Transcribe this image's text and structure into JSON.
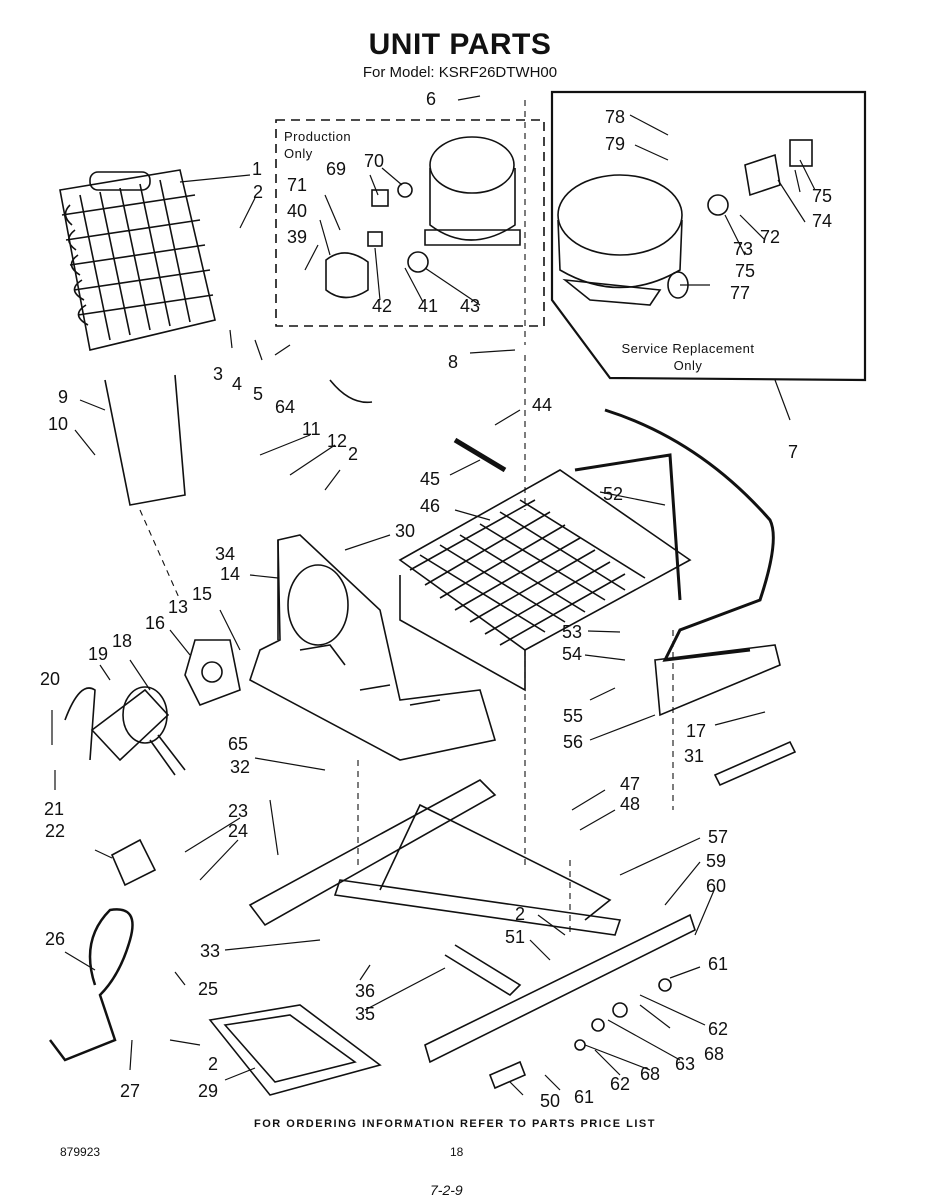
{
  "header": {
    "title": "UNIT PARTS",
    "model": "For Model: KSRF26DTWH00"
  },
  "boxes": {
    "production": "Production\nOnly",
    "service": "Service Replacement\nOnly"
  },
  "callouts": [
    "1",
    "2",
    "3",
    "4",
    "5",
    "6",
    "7",
    "8",
    "9",
    "10",
    "11",
    "12",
    "2",
    "13",
    "14",
    "15",
    "16",
    "17",
    "18",
    "19",
    "20",
    "21",
    "22",
    "23",
    "24",
    "25",
    "26",
    "27",
    "2",
    "29",
    "30",
    "31",
    "32",
    "33",
    "34",
    "35",
    "36",
    "39",
    "40",
    "41",
    "42",
    "43",
    "44",
    "45",
    "46",
    "47",
    "48",
    "50",
    "51",
    "2",
    "52",
    "53",
    "54",
    "55",
    "56",
    "57",
    "59",
    "60",
    "61",
    "61",
    "62",
    "62",
    "63",
    "64",
    "65",
    "68",
    "68",
    "69",
    "70",
    "71",
    "72",
    "73",
    "74",
    "75",
    "75",
    "77",
    "78",
    "79"
  ],
  "footer": {
    "ordering": "FOR ORDERING INFORMATION REFER TO PARTS PRICE LIST",
    "doc_number": "879923",
    "page_number": "18",
    "handwritten_mark": "7-2-9"
  }
}
